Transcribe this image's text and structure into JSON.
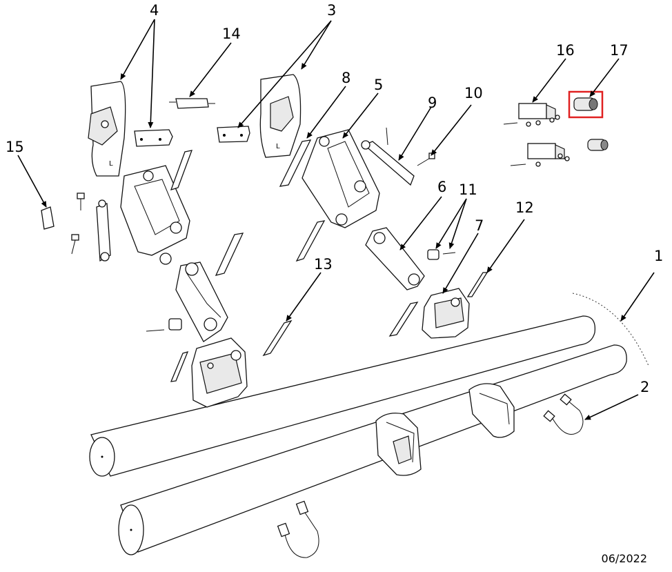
{
  "callouts": [
    {
      "id": "1",
      "label": "1"
    },
    {
      "id": "2",
      "label": "2"
    },
    {
      "id": "3",
      "label": "3"
    },
    {
      "id": "4",
      "label": "4"
    },
    {
      "id": "5",
      "label": "5"
    },
    {
      "id": "6",
      "label": "6"
    },
    {
      "id": "7",
      "label": "7"
    },
    {
      "id": "8",
      "label": "8"
    },
    {
      "id": "9",
      "label": "9"
    },
    {
      "id": "10",
      "label": "10"
    },
    {
      "id": "11",
      "label": "11"
    },
    {
      "id": "12",
      "label": "12"
    },
    {
      "id": "13",
      "label": "13"
    },
    {
      "id": "14",
      "label": "14"
    },
    {
      "id": "15",
      "label": "15"
    },
    {
      "id": "16",
      "label": "16"
    },
    {
      "id": "17",
      "label": "17"
    }
  ],
  "plate_marks": {
    "left_plate": "L",
    "right_plate": "L"
  },
  "highlighted_part": "17",
  "highlight_color": "#e02020",
  "date_stamp": "06/2022"
}
